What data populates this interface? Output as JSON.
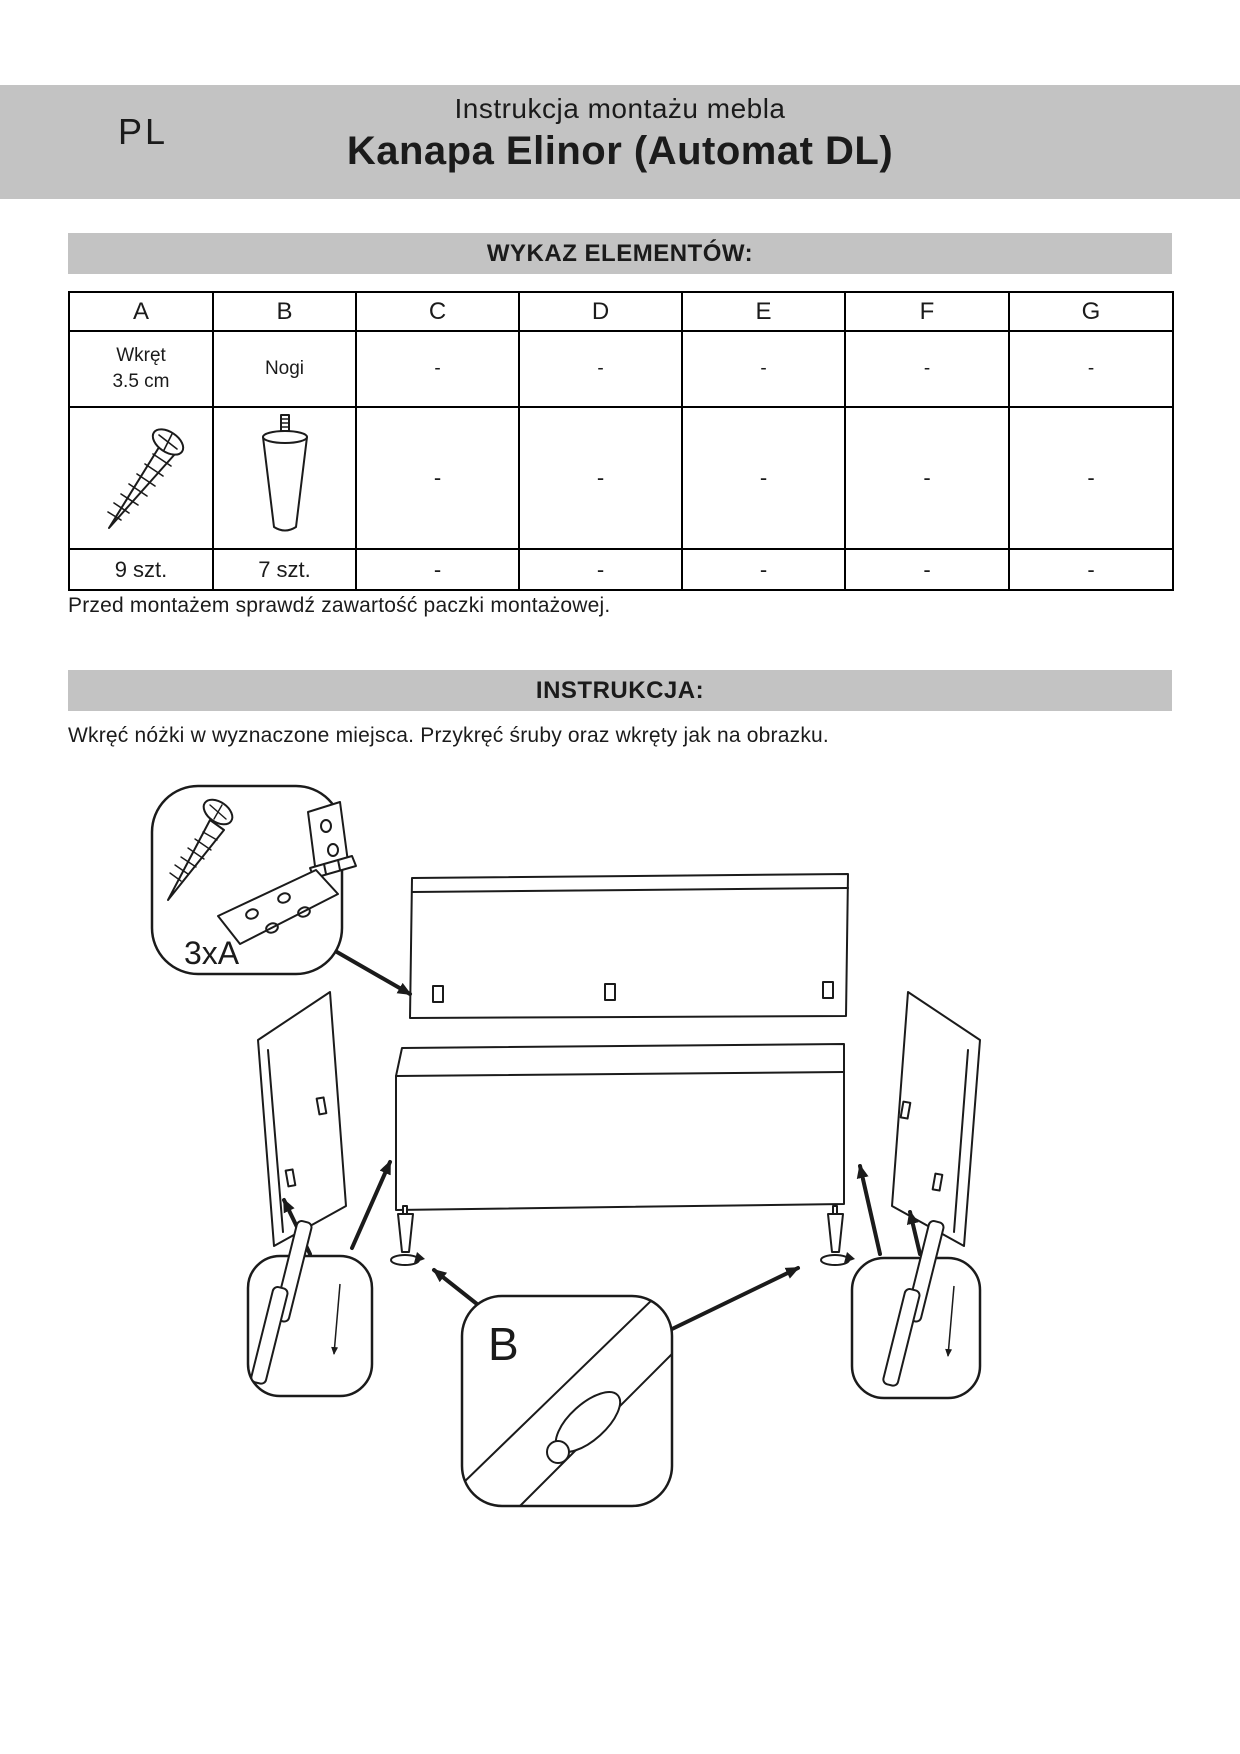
{
  "page": {
    "lang_label": "PL",
    "subtitle": "Instrukcja montażu mebla",
    "title": "Kanapa Elinor (Automat DL)"
  },
  "parts": {
    "heading": "WYKAZ ELEMENTÓW:",
    "columns": [
      "A",
      "B",
      "C",
      "D",
      "E",
      "F",
      "G"
    ],
    "names": [
      "Wkręt\n3.5 cm",
      "Nogi",
      "-",
      "-",
      "-",
      "-",
      "-"
    ],
    "icons": [
      "screw-icon",
      "leg-icon",
      "",
      "",
      "",
      "",
      ""
    ],
    "image_row": [
      "",
      "",
      "-",
      "-",
      "-",
      "-",
      "-"
    ],
    "quantities": [
      "9 szt.",
      "7 szt.",
      "-",
      "-",
      "-",
      "-",
      "-"
    ],
    "note": "Przed montażem sprawdź zawartość paczki montażowej."
  },
  "instructions": {
    "heading": "INSTRUKCJA:",
    "text": "Wkręć nóżki w wyznaczone miejsca. Przykręć śruby oraz wkręty jak na obrazku.",
    "callout_a": "3xA",
    "callout_b": "B"
  },
  "colors": {
    "band_gray": "#c3c3c3",
    "line": "#1b1b1b"
  }
}
